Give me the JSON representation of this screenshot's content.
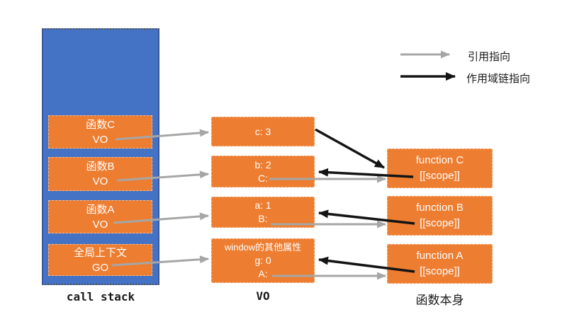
{
  "legend": {
    "items": [
      {
        "kind": "reference",
        "label": "引用指向",
        "color": "#a6a6a6"
      },
      {
        "kind": "scope-chain",
        "label": "作用域链指向",
        "color": "#141414"
      }
    ]
  },
  "call_stack": {
    "label": "call stack",
    "frames": [
      {
        "title": "函数C",
        "subtitle": "VO"
      },
      {
        "title": "函数B",
        "subtitle": "VO"
      },
      {
        "title": "函数A",
        "subtitle": "VO"
      },
      {
        "title": "全局上下文",
        "subtitle": "GO"
      }
    ]
  },
  "vo_column": {
    "label": "VO",
    "boxes": [
      {
        "lines": [
          "c: 3"
        ]
      },
      {
        "lines": [
          "b: 2",
          "C:"
        ]
      },
      {
        "lines": [
          "a: 1",
          "B:"
        ]
      },
      {
        "lines": [
          "window的其他属性",
          "g: 0",
          "A:"
        ]
      }
    ]
  },
  "functions_column": {
    "label": "函数本身",
    "boxes": [
      {
        "lines": [
          "function C",
          "[[scope]]"
        ]
      },
      {
        "lines": [
          "function B",
          "[[scope]]"
        ]
      },
      {
        "lines": [
          "function A",
          "[[scope]]"
        ]
      }
    ]
  },
  "colors": {
    "stack_blue": "#4472C4",
    "box_orange": "#ED7D31",
    "reference_arrow_gray": "#a6a6a6",
    "scope_chain_arrow_black": "#141414"
  },
  "connections": [
    {
      "kind": "reference",
      "from": "stack-frame-c",
      "to": "vo-box-c"
    },
    {
      "kind": "reference",
      "from": "stack-frame-b",
      "to": "vo-box-b"
    },
    {
      "kind": "reference",
      "from": "stack-frame-a",
      "to": "vo-box-a"
    },
    {
      "kind": "reference",
      "from": "stack-frame-global",
      "to": "vo-box-global"
    },
    {
      "kind": "reference",
      "from": "vo-box-b-prop-C",
      "to": "function-box-c"
    },
    {
      "kind": "reference",
      "from": "vo-box-a-prop-B",
      "to": "function-box-b"
    },
    {
      "kind": "reference",
      "from": "vo-box-global-prop-A",
      "to": "function-box-a"
    },
    {
      "kind": "scope-chain",
      "from": "vo-box-c",
      "to": "function-box-c"
    },
    {
      "kind": "scope-chain",
      "from": "function-box-c-scope",
      "to": "vo-box-b"
    },
    {
      "kind": "scope-chain",
      "from": "function-box-b-scope",
      "to": "vo-box-a"
    },
    {
      "kind": "scope-chain",
      "from": "function-box-a-scope",
      "to": "vo-box-global"
    }
  ]
}
